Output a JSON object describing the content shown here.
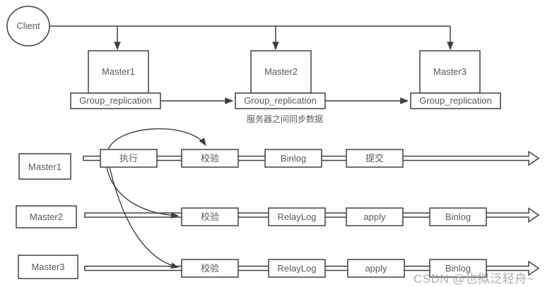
{
  "topology": {
    "client_label": "Client",
    "masters": [
      "Master1",
      "Master2",
      "Master3"
    ],
    "group_replication_label": "Group_replication",
    "sync_caption": "服务器之间同步数据"
  },
  "timelines": [
    {
      "label": "Master1",
      "steps": [
        "执行",
        "校验",
        "Binlog",
        "提交"
      ]
    },
    {
      "label": "Master2",
      "steps": [
        "校验",
        "RelayLog",
        "apply",
        "Binlog"
      ]
    },
    {
      "label": "Master3",
      "steps": [
        "校验",
        "RelayLog",
        "apply",
        "Binlog"
      ]
    }
  ],
  "watermark": {
    "text": "CSDN @也拟泛轻舟~"
  },
  "colors": {
    "stroke": "#404040",
    "text": "#595959",
    "watermark": "#9e9e9e",
    "background": "#ffffff"
  }
}
